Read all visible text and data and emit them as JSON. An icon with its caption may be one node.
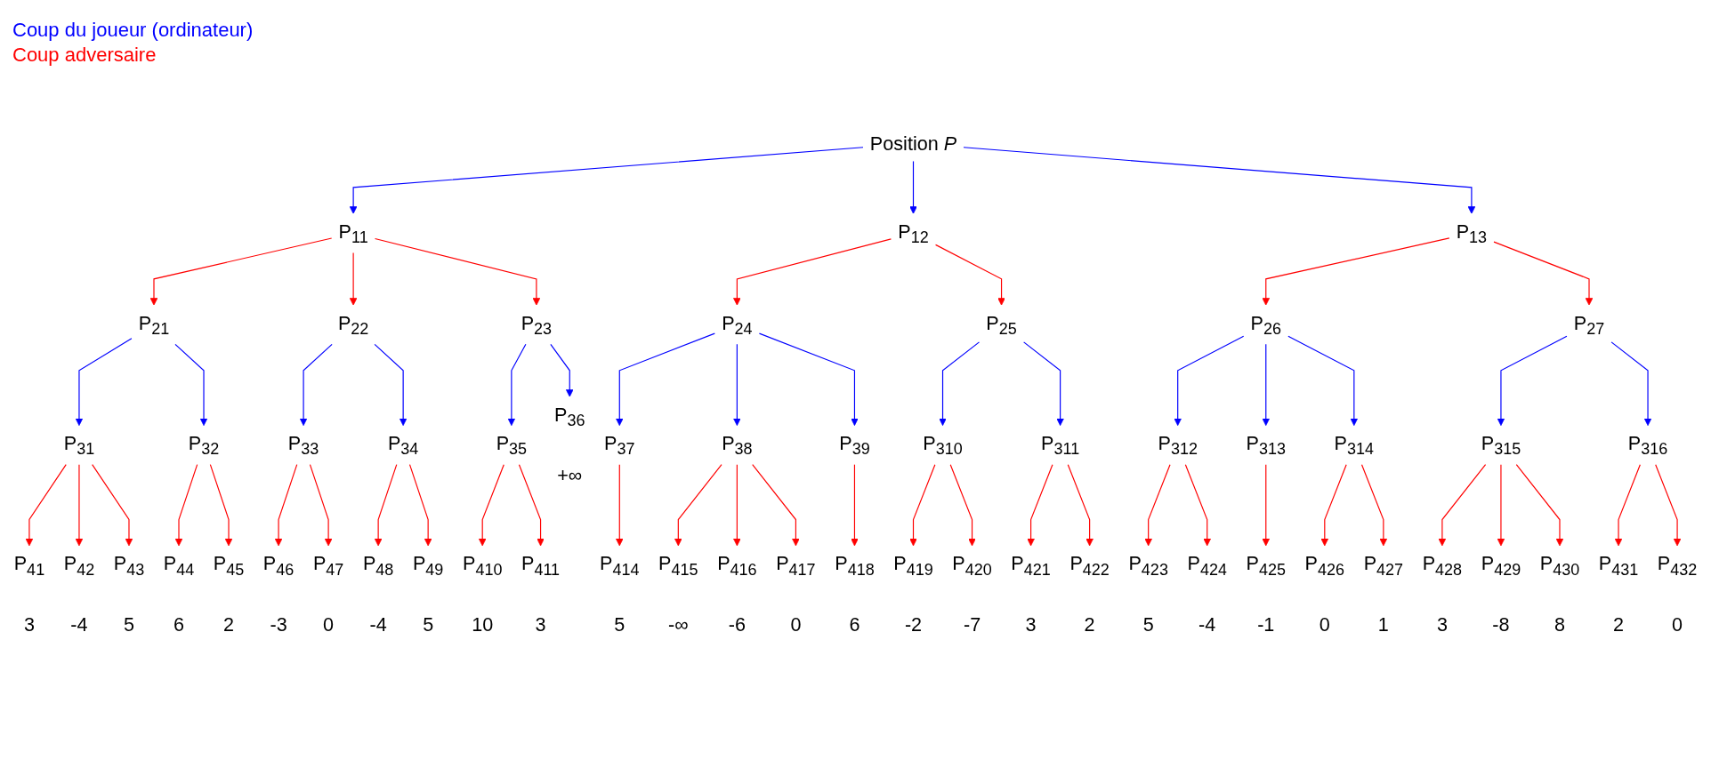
{
  "diagram": {
    "nodes": [
      {
        "text": [
          "Position *P*"
        ]
      },
      {
        "text": [
          "P$_{11}$"
        ]
      },
      {
        "text": [
          "P$_{12}$"
        ]
      },
      {
        "text": [
          "P$_{13}$"
        ]
      },
      {
        "text": [
          "P$_{21}$"
        ]
      },
      {
        "text": [
          "P$_{22}$"
        ]
      },
      {
        "text": [
          "P$_{23}$"
        ]
      },
      {
        "text": [
          "P$_{24}$"
        ]
      },
      {
        "text": [
          "P$_{25}$"
        ]
      },
      {
        "text": [
          "P$_{26}$"
        ]
      },
      {
        "text": [
          "P$_{27}$"
        ]
      },
      {
        "text": [
          "P$_{31}$"
        ]
      },
      {
        "text": [
          "P$_{32}$"
        ]
      },
      {
        "text": [
          "P$_{33}$"
        ]
      },
      {
        "text": [
          "P$_{34}$"
        ]
      },
      {
        "text": [
          "P$_{35}$"
        ]
      },
      {
        "text": [
          "P$_{36}$"
        ],
        "beside": [
          "+∞"
        ]
      },
      {
        "text": [
          "P$_{37}$"
        ]
      },
      {
        "text": [
          "P$_{38}$"
        ]
      },
      {
        "text": [
          "P$_{39}$"
        ]
      },
      {
        "text": [
          "P$_{310}$"
        ]
      },
      {
        "text": [
          "P$_{311}$"
        ]
      },
      {
        "text": [
          "P$_{312}$"
        ]
      },
      {
        "text": [
          "P$_{313}$"
        ]
      },
      {
        "text": [
          "P$_{314}$"
        ]
      },
      {
        "text": [
          "P$_{315}$"
        ]
      },
      {
        "text": [
          "P$_{316}$"
        ]
      },
      {
        "text": [
          "P$_{41}$"
        ],
        "beside": [
          "3"
        ]
      },
      {
        "text": [
          "P$_{42}$"
        ],
        "beside": [
          "-4"
        ]
      },
      {
        "text": [
          "P$_{43}$"
        ],
        "beside": [
          "5"
        ]
      },
      {
        "text": [
          "P$_{44}$"
        ],
        "beside": [
          "6"
        ]
      },
      {
        "text": [
          "P$_{45}$"
        ],
        "beside": [
          "2"
        ]
      },
      {
        "text": [
          "P$_{46}$"
        ],
        "beside": [
          "-3"
        ]
      },
      {
        "text": [
          "P$_{47}$"
        ],
        "beside": [
          "0"
        ]
      },
      {
        "text": [
          "P$_{48}$"
        ],
        "beside": [
          "-4"
        ]
      },
      {
        "text": [
          "P$_{49}$"
        ],
        "beside": [
          "5"
        ]
      },
      {
        "text": [
          "P$_{410}$"
        ],
        "beside": [
          "10"
        ]
      },
      {
        "text": [
          "P$_{411}$"
        ],
        "beside": [
          "3"
        ]
      },
      {
        "text": [
          "P$_{414}$"
        ],
        "beside": [
          "5"
        ]
      },
      {
        "text": [
          "P$_{415}$"
        ],
        "beside": [
          "-∞"
        ]
      },
      {
        "text": [
          "P$_{416}$"
        ],
        "beside": [
          "-6"
        ]
      },
      {
        "text": [
          "P$_{417}$"
        ],
        "beside": [
          "0"
        ]
      },
      {
        "text": [
          "P$_{418}$"
        ],
        "beside": [
          "6"
        ]
      },
      {
        "text": [
          "P$_{419}$"
        ],
        "beside": [
          "-2"
        ]
      },
      {
        "text": [
          "P$_{420}$"
        ],
        "beside": [
          "-7"
        ]
      },
      {
        "text": [
          "P$_{421}$"
        ],
        "beside": [
          "3"
        ]
      },
      {
        "text": [
          "P$_{422}$"
        ],
        "beside": [
          "2"
        ]
      },
      {
        "text": [
          "P$_{423}$"
        ],
        "beside": [
          "5"
        ]
      },
      {
        "text": [
          "P$_{424}$"
        ],
        "beside": [
          "-4"
        ]
      },
      {
        "text": [
          "P$_{425}$"
        ],
        "beside": [
          "-1"
        ]
      },
      {
        "text": [
          "P$_{426}$"
        ],
        "beside": [
          "0"
        ]
      },
      {
        "text": [
          "P$_{427}$"
        ],
        "beside": [
          "1"
        ]
      },
      {
        "text": [
          "P$_{428}$"
        ],
        "beside": [
          "3"
        ]
      },
      {
        "text": [
          "P$_{429}$"
        ],
        "beside": [
          "-8"
        ]
      },
      {
        "text": [
          "P$_{430}$"
        ],
        "beside": [
          "8"
        ]
      },
      {
        "text": [
          "P$_{431}$"
        ],
        "beside": [
          "2"
        ]
      },
      {
        "text": [
          "P$_{432}$"
        ],
        "beside": [
          "0"
        ]
      }
    ],
    "edges": [
      {
        "from": 0,
        "to": 1,
        "arrow": "to",
        "color": "#0000ff"
      },
      {
        "from": 0,
        "to": 2,
        "arrow": "to",
        "color": "#0000ff"
      },
      {
        "from": 0,
        "to": 3,
        "arrow": "to",
        "color": "#0000ff"
      },
      {
        "from": 1,
        "to": 4,
        "arrow": "to"
      },
      {
        "from": 1,
        "to": 5,
        "arrow": "to"
      },
      {
        "from": 1,
        "to": 6,
        "arrow": "to"
      },
      {
        "from": 2,
        "to": 7,
        "arrow": "to"
      },
      {
        "from": 2,
        "to": 8,
        "arrow": "to"
      },
      {
        "from": 3,
        "to": 9,
        "arrow": "to"
      },
      {
        "from": 3,
        "to": 10,
        "arrow": "to"
      },
      {
        "from": 4,
        "to": 11,
        "arrow": "to",
        "color": "#0000ff"
      },
      {
        "from": 4,
        "to": 12,
        "arrow": "to",
        "color": "#0000ff"
      },
      {
        "from": 5,
        "to": 13,
        "arrow": "to",
        "color": "#0000ff"
      },
      {
        "from": 5,
        "to": 14,
        "arrow": "to",
        "color": "#0000ff"
      },
      {
        "from": 6,
        "to": 15,
        "arrow": "to",
        "color": "#0000ff"
      },
      {
        "from": 6,
        "to": 16,
        "arrow": "to",
        "color": "#0000ff"
      },
      {
        "from": 7,
        "to": 17,
        "arrow": "to",
        "color": "#0000ff"
      },
      {
        "from": 7,
        "to": 18,
        "arrow": "to",
        "color": "#0000ff"
      },
      {
        "from": 7,
        "to": 19,
        "arrow": "to",
        "color": "#0000ff"
      },
      {
        "from": 8,
        "to": 20,
        "arrow": "to",
        "color": "#0000ff"
      },
      {
        "from": 8,
        "to": 21,
        "arrow": "to",
        "color": "#0000ff"
      },
      {
        "from": 9,
        "to": 22,
        "arrow": "to",
        "color": "#0000ff"
      },
      {
        "from": 9,
        "to": 23,
        "arrow": "to",
        "color": "#0000ff"
      },
      {
        "from": 9,
        "to": 24,
        "arrow": "to",
        "color": "#0000ff"
      },
      {
        "from": 10,
        "to": 25,
        "arrow": "to",
        "color": "#0000ff"
      },
      {
        "from": 10,
        "to": 26,
        "arrow": "to",
        "color": "#0000ff"
      },
      {
        "from": 11,
        "to": 27,
        "arrow": "to"
      },
      {
        "from": 11,
        "to": 28,
        "arrow": "to"
      },
      {
        "from": 11,
        "to": 29,
        "arrow": "to"
      },
      {
        "from": 12,
        "to": 30,
        "arrow": "to"
      },
      {
        "from": 12,
        "to": 31,
        "arrow": "to"
      },
      {
        "from": 13,
        "to": 32,
        "arrow": "to"
      },
      {
        "from": 13,
        "to": 33,
        "arrow": "to"
      },
      {
        "from": 14,
        "to": 34,
        "arrow": "to"
      },
      {
        "from": 14,
        "to": 35,
        "arrow": "to"
      },
      {
        "from": 15,
        "to": 36,
        "arrow": "to"
      },
      {
        "from": 15,
        "to": 37,
        "arrow": "to"
      },
      {
        "from": 17,
        "to": 38,
        "arrow": "to"
      },
      {
        "from": 18,
        "to": 39,
        "arrow": "to"
      },
      {
        "from": 18,
        "to": 40,
        "arrow": "to"
      },
      {
        "from": 18,
        "to": 41,
        "arrow": "to"
      },
      {
        "from": 19,
        "to": 42,
        "arrow": "to"
      },
      {
        "from": 20,
        "to": 43,
        "arrow": "to"
      },
      {
        "from": 20,
        "to": 44,
        "arrow": "to"
      },
      {
        "from": 21,
        "to": 45,
        "arrow": "to"
      },
      {
        "from": 21,
        "to": 46,
        "arrow": "to"
      },
      {
        "from": 22,
        "to": 47,
        "arrow": "to"
      },
      {
        "from": 22,
        "to": 48,
        "arrow": "to"
      },
      {
        "from": 23,
        "to": 49,
        "arrow": "to"
      },
      {
        "from": 24,
        "to": 50,
        "arrow": "to"
      },
      {
        "from": 24,
        "to": 51,
        "arrow": "to"
      },
      {
        "from": 25,
        "to": 52,
        "arrow": "to"
      },
      {
        "from": 25,
        "to": 53,
        "arrow": "to"
      },
      {
        "from": 25,
        "to": 54,
        "arrow": "to"
      },
      {
        "from": 26,
        "to": 55,
        "arrow": "to"
      },
      {
        "from": 26,
        "to": 56,
        "arrow": "to"
      }
    ],
    "legend": [
      {
        "text": "Coup du joueur (ordinateur)",
        "color": "#0000ff"
      },
      {
        "text": "Coup adversaire",
        "color": "#ff0000"
      }
    ]
  }
}
